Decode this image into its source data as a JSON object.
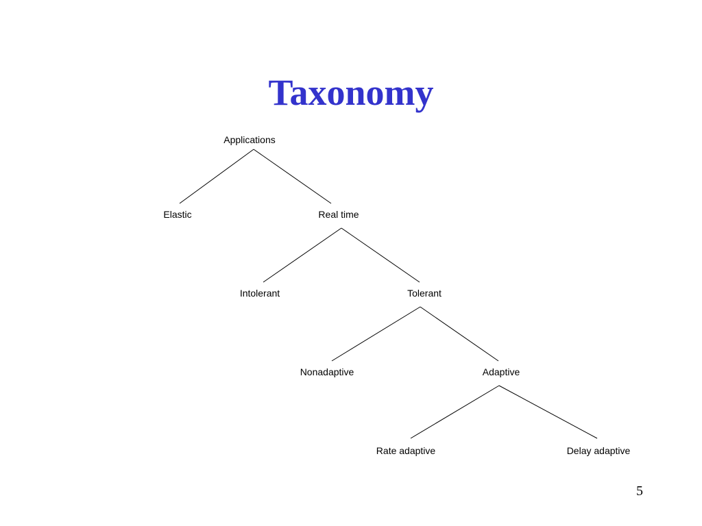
{
  "slide": {
    "title": "Taxonomy",
    "page_number": "5",
    "title_color": "#3333cc"
  },
  "taxonomy": {
    "root": "Applications",
    "level1": {
      "left": "Elastic",
      "right": "Real time"
    },
    "level2": {
      "left": "Intolerant",
      "right": "Tolerant"
    },
    "level3": {
      "left": "Nonadaptive",
      "right": "Adaptive"
    },
    "level4": {
      "left": "Rate adaptive",
      "right": "Delay adaptive"
    }
  }
}
